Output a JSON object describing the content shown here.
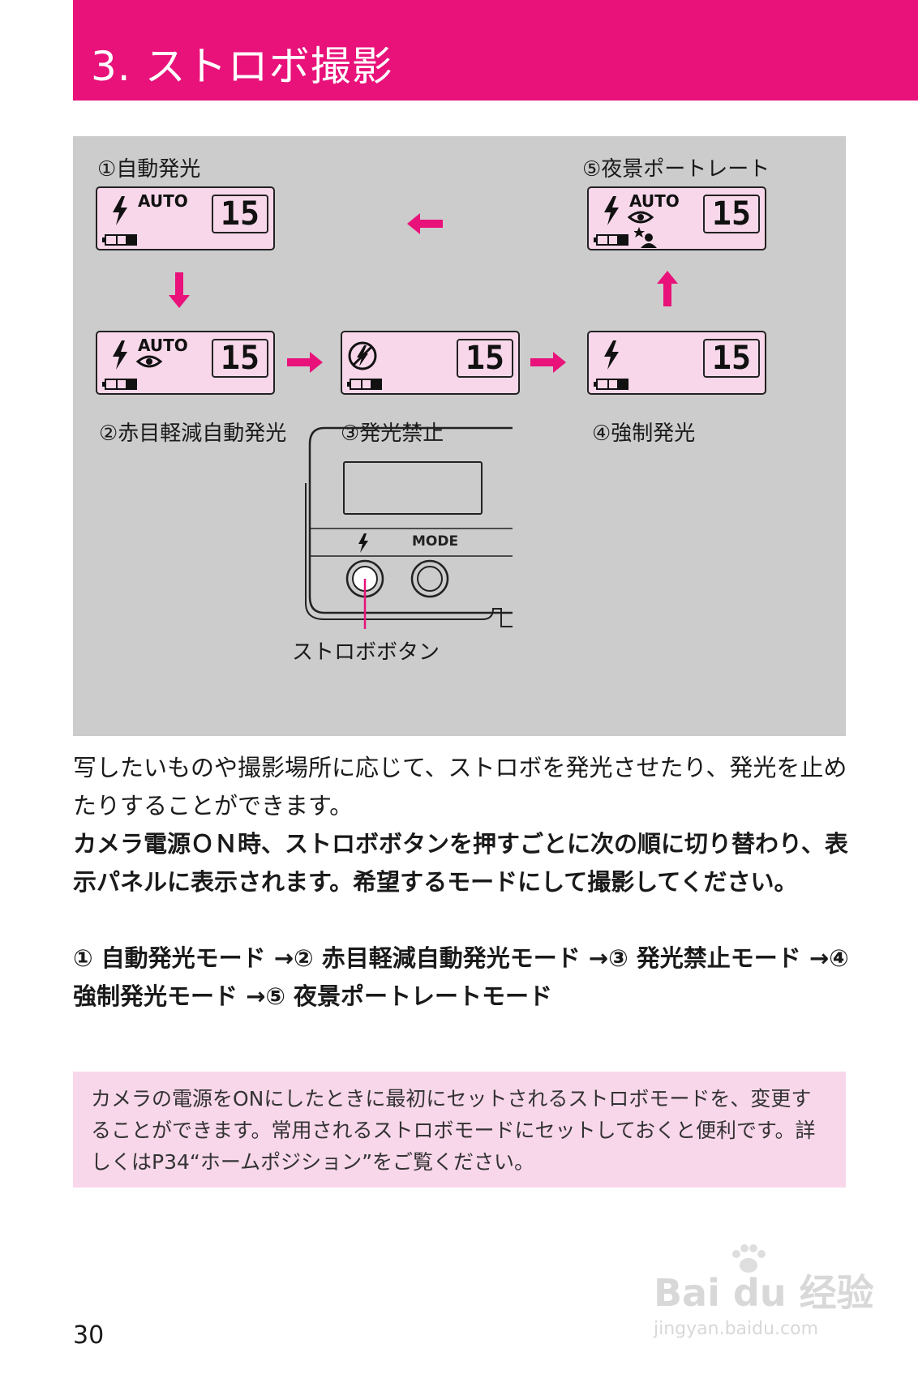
{
  "header": {
    "title": "3. ストロボ撮影"
  },
  "figure": {
    "modes": [
      {
        "caption": "①自動発光",
        "auto": "AUTO",
        "count": "15"
      },
      {
        "caption": "②赤目軽減自動発光",
        "auto": "AUTO",
        "count": "15"
      },
      {
        "caption": "③発光禁止",
        "count": "15"
      },
      {
        "caption": "④強制発光",
        "count": "15"
      },
      {
        "caption": "⑤夜景ポートレート",
        "auto": "AUTO",
        "count": "15"
      }
    ],
    "camera": {
      "mode_label": "MODE",
      "button_caption": "ストロボボタン"
    }
  },
  "body": {
    "intro": "写したいものや撮影場所に応じて、ストロボを発光させたり、発光を止めたりすることができます。",
    "instruction": "カメラ電源ＯＮ時、ストロボボタンを押すごとに次の順に切り替わり、表示パネルに表示されます。希望するモードにして撮影してください。",
    "sequence": "① 自動発光モード →② 赤目軽減自動発光モード →③ 発光禁止モード →④ 強制発光モード →⑤ 夜景ポートレートモード"
  },
  "note": {
    "text": "カメラの電源をONにしたときに最初にセットされるストロボモードを、変更することができます。常用されるストロボモードにセットしておくと便利です。詳しくはP34“ホームポジション”をご覧ください。"
  },
  "footer": {
    "page_number": "30"
  },
  "watermark": {
    "logo": "Bai du 经验",
    "url": "jingyan.baidu.com"
  },
  "colors": {
    "accent": "#e8127a",
    "lcd_pink": "#f8d7ea",
    "figure_gray": "#cccccc"
  }
}
